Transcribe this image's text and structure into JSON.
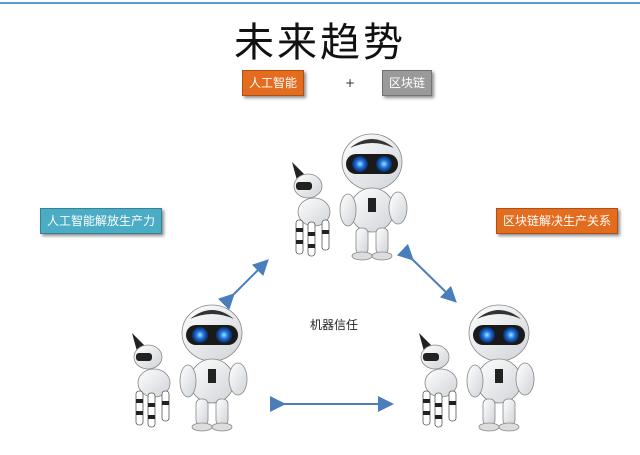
{
  "title": "未来趋势",
  "top_tags": {
    "ai": "人工智能",
    "plus": "+",
    "blockchain": "区块链"
  },
  "side_tags": {
    "left": "人工智能解放生产力",
    "right": "区块链解决生产关系"
  },
  "center_label": "机器信任",
  "colors": {
    "orange": "#e46c1e",
    "grey": "#9a9a9a",
    "blue": "#4bacc6",
    "arrow": "#4a7ebb",
    "rule": "#5b9bd5"
  }
}
